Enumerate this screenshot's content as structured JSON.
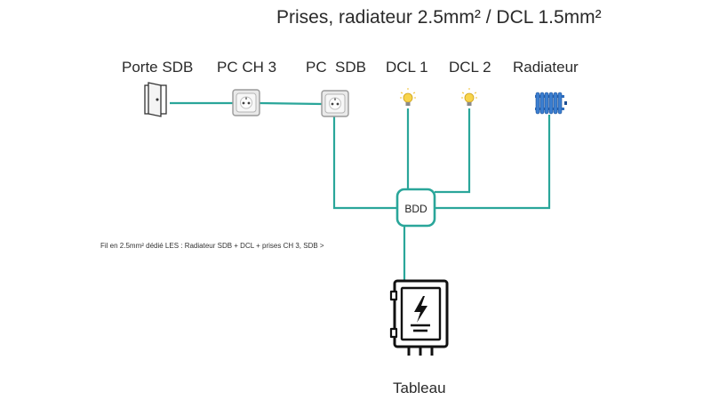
{
  "title": "Prises, radiateur 2.5mm² / DCL 1.5mm²",
  "labels": {
    "porte_sdb": "Porte SDB",
    "pc_ch3": "PC CH 3",
    "pc_sdb": "PC  SDB",
    "dcl1": "DCL 1",
    "dcl2": "DCL 2",
    "radiateur": "Radiateur"
  },
  "bdd": "BDD",
  "note": "Fil en 2.5mm² dédié LES : Radiateur SDB + DCL + prises CH 3, SDB   >",
  "tableau": "Tableau",
  "colors": {
    "wire": "#2aa69a",
    "outline": "#222222",
    "radiator": "#3b7fd1",
    "bulb": "#f2c230"
  },
  "icons": [
    "door-icon",
    "socket-icon",
    "lightbulb-icon",
    "radiator-icon",
    "electrical-panel-icon"
  ]
}
